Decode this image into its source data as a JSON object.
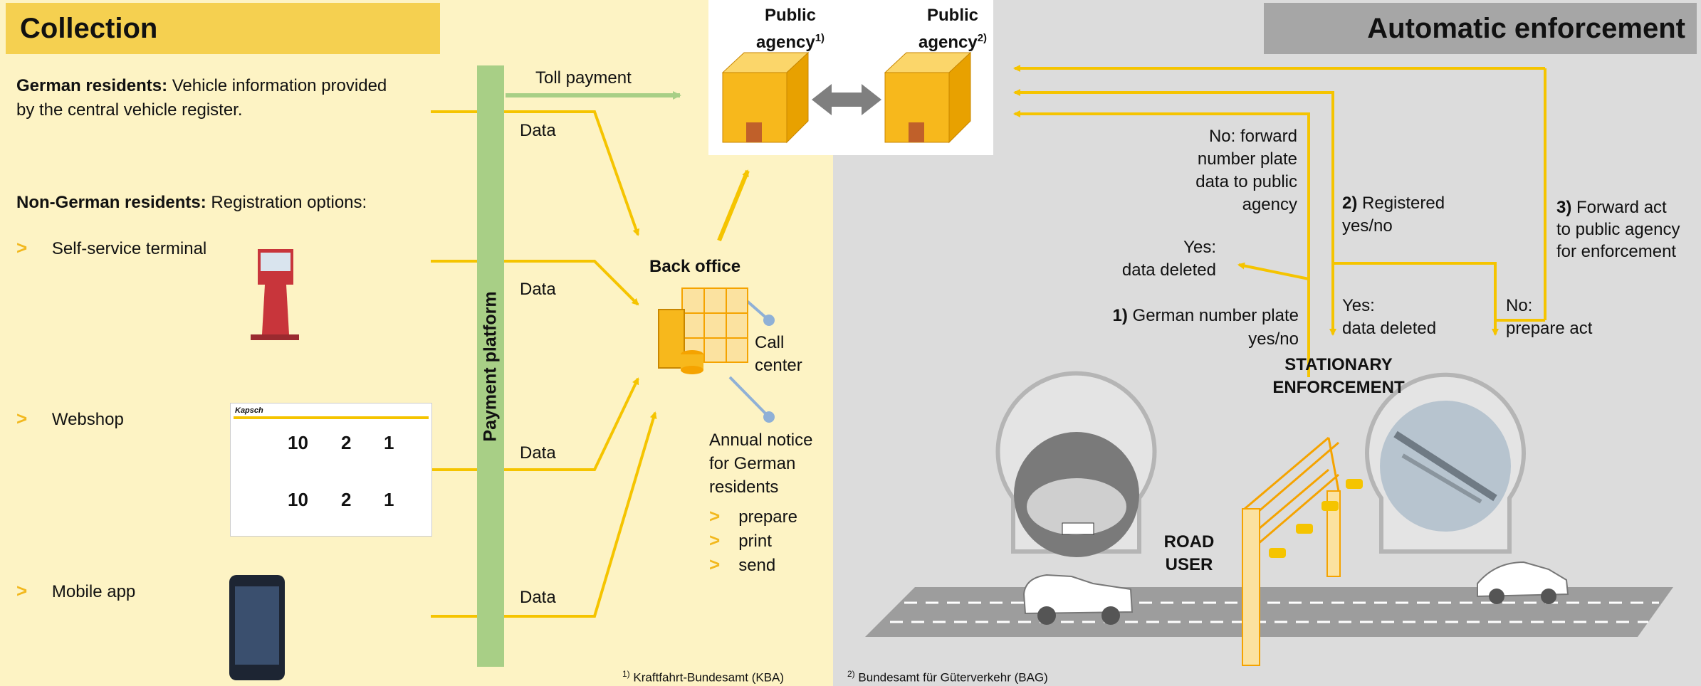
{
  "headers": {
    "collection": "Collection",
    "enforcement": "Automatic enforcement"
  },
  "left": {
    "german_bold": "German residents:",
    "german_rest": " Vehicle information provided",
    "german_line2": "by the central vehicle register.",
    "nongerman_bold": "Non-German residents:",
    "nongerman_rest": " Registration options:",
    "bullet_char": ">",
    "options": [
      "Self-service terminal",
      "Webshop",
      "Mobile app"
    ]
  },
  "platform_label": "Payment platform",
  "flow": {
    "toll_payment": "Toll payment",
    "data": "Data"
  },
  "agencies": {
    "a1_line1": "Public",
    "a1_line2": "agency",
    "a1_sup": "1)",
    "a2_line1": "Public",
    "a2_line2": "agency",
    "a2_sup": "2)"
  },
  "back_office": {
    "title": "Back office",
    "call_center_1": "Call",
    "call_center_2": "center",
    "annual_1": "Annual notice",
    "annual_2": "for German",
    "annual_3": "residents",
    "steps": [
      "prepare",
      "print",
      "send"
    ]
  },
  "enforcement": {
    "no_forward": [
      "No: forward",
      "number plate",
      "data to public",
      "agency"
    ],
    "yes_deleted_1": [
      "Yes:",
      "data deleted"
    ],
    "plate_check_num": "1)",
    "plate_check": [
      " German number plate",
      "yes/no"
    ],
    "registered_num": "2)",
    "registered": [
      " Registered",
      "yes/no"
    ],
    "yes_deleted_2": [
      "Yes:",
      "data deleted"
    ],
    "forward_act_num": "3)",
    "forward_act": [
      " Forward act",
      "to public agency",
      "for enforcement"
    ],
    "no_prepare": [
      "No:",
      "prepare act"
    ],
    "stationary": [
      "STATIONARY",
      "ENFORCEMENT"
    ],
    "road_user": [
      "ROAD",
      "USER"
    ]
  },
  "footnotes": {
    "f1_sup": "1)",
    "f1": " Kraftfahrt-Bundesamt (KBA)",
    "f2_sup": "2)",
    "f2": " Bundesamt für Güterverkehr (BAG)"
  },
  "webshop": {
    "brand": "Kapsch",
    "numbers": [
      "10",
      "2",
      "1",
      "10",
      "2",
      "1"
    ]
  },
  "colors": {
    "collection_bg": "#fdf3c4",
    "enforcement_bg": "#dcdcdc",
    "accent_yellow": "#f5c400",
    "platform_green": "#a8cf86",
    "building": "#f7b81c"
  }
}
